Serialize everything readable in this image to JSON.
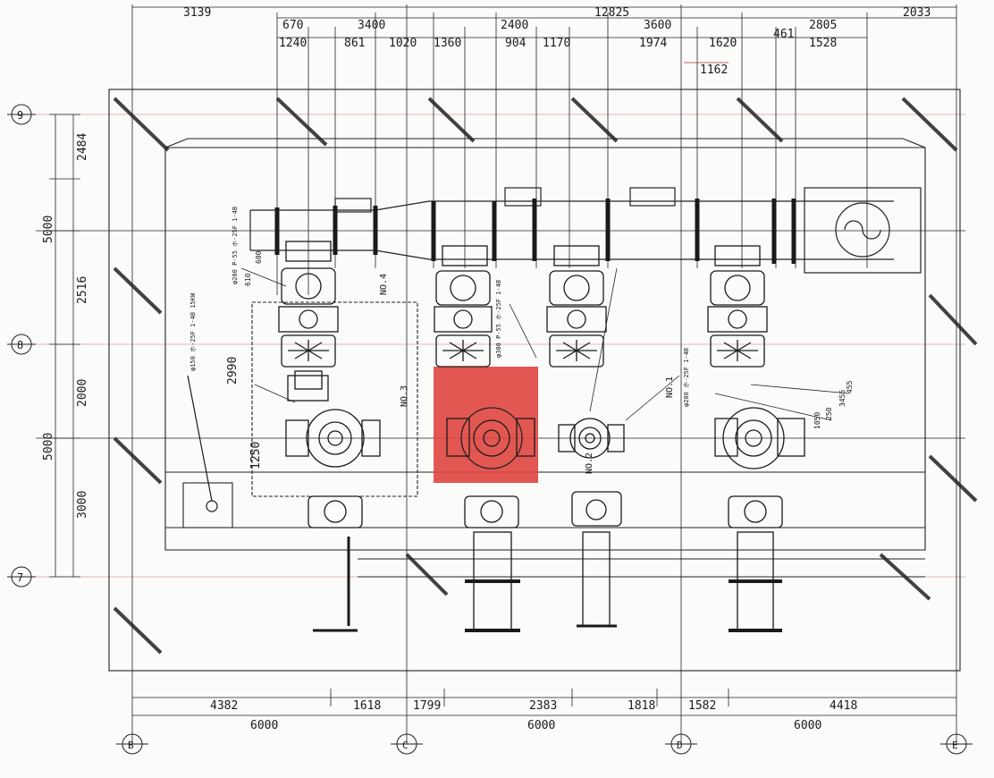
{
  "top_dims_row1": [
    "3139",
    "12825",
    "2033"
  ],
  "top_dims_row2": [
    "670",
    "3400",
    "2400",
    "3600",
    "2805"
  ],
  "top_dims_row3": [
    "1240",
    "861",
    "1020",
    "1360",
    "904",
    "1170",
    "1974",
    "1620",
    "461",
    "1528"
  ],
  "top_dims_extra": "1162",
  "left_dims": [
    "2484",
    "5000",
    "2516",
    "2000",
    "5000",
    "3000"
  ],
  "bottom_dims_row1": [
    "4382",
    "1618",
    "1799",
    "2383",
    "1818",
    "1582",
    "4418"
  ],
  "bottom_dims_row2": [
    "6000",
    "6000",
    "6000"
  ],
  "left_grid_labels": [
    "9",
    "8",
    "7"
  ],
  "bottom_grid_labels": [
    "B",
    "C",
    "D",
    "E"
  ],
  "pump_labels": [
    "NO.4",
    "NO.3",
    "NO.2",
    "NO.1"
  ],
  "pump_notes": [
    "φ200 P-55 ホ-25F 1-4B",
    "φ300 P-55 ホ-25F 1-4B",
    "φ150 ホ-25F 1-4B 15KW",
    "φ200 ホ-25F 1-4B"
  ],
  "misc_labels": [
    "1250",
    "2990",
    "600",
    "1050",
    "250",
    "3455",
    "455",
    "610"
  ],
  "highlight_color": "#e0453f"
}
